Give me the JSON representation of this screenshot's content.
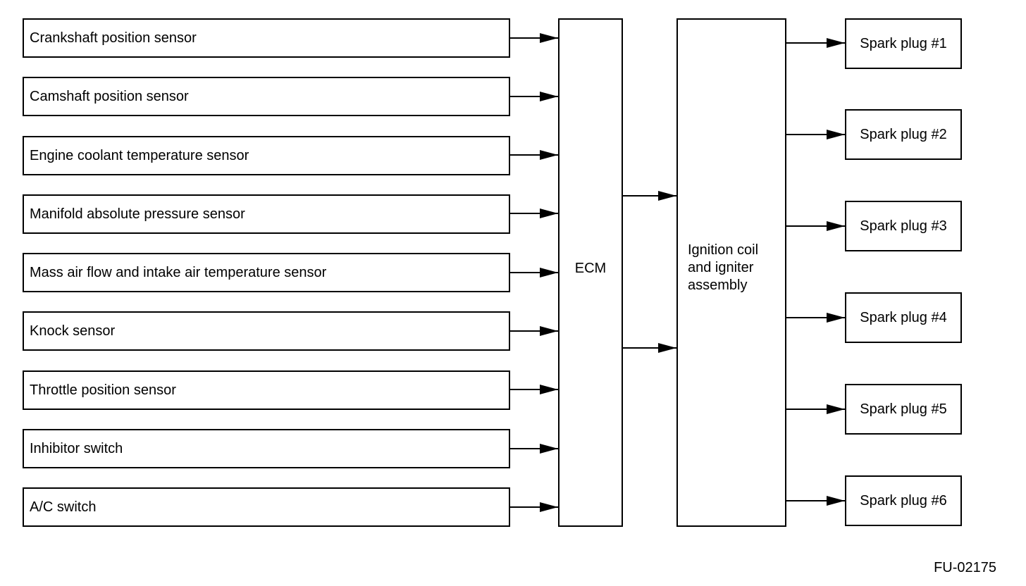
{
  "sensors": [
    "Crankshaft position sensor",
    "Camshaft position sensor",
    "Engine coolant temperature sensor",
    "Manifold absolute pressure sensor",
    "Mass air flow and intake air temperature sensor",
    "Knock sensor",
    "Throttle position sensor",
    "Inhibitor switch",
    "A/C switch"
  ],
  "ecm": {
    "label": "ECM"
  },
  "ignition_coil": {
    "lines": [
      "Ignition coil",
      "and igniter",
      "assembly"
    ]
  },
  "spark_plugs": [
    "Spark plug #1",
    "Spark plug #2",
    "Spark plug #3",
    "Spark plug #4",
    "Spark plug #5",
    "Spark plug #6"
  ],
  "figure_code": "FU-02175",
  "colors": {
    "line": "#000000",
    "background": "#ffffff"
  }
}
